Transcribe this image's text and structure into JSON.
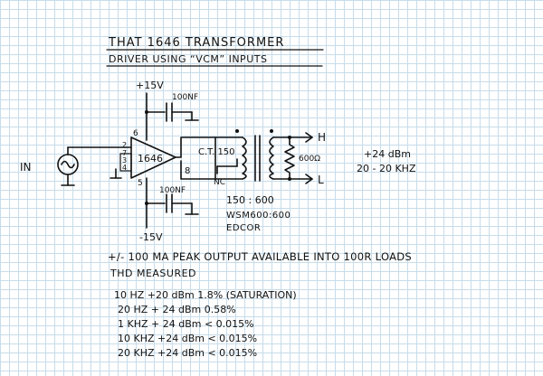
{
  "title": {
    "line1": "THAT 1646 TRANSFORMER",
    "line2": "DRIVER USING “VCM” INPUTS"
  },
  "schematic": {
    "supply_pos": "+15V",
    "supply_neg": "-15V",
    "cap_top": "100NF",
    "cap_bottom": "100NF",
    "ic_label": "1646",
    "input_label": "IN",
    "pins": {
      "p2": "2",
      "p7": "7",
      "p3": "3",
      "p4": "4",
      "p6": "6",
      "p5": "5",
      "p8": "8"
    },
    "ct_label": "C.T. 150",
    "nc_label": "NC",
    "load_label": "600Ω",
    "out_h": "H",
    "out_l": "L",
    "ratio": "150 : 600",
    "part_number": "WSM600:600",
    "maker": "EDCOR",
    "spec_level": "+24 dBm",
    "spec_range": "20 - 20 KHZ"
  },
  "notes": {
    "peak": "+/- 100 MA PEAK OUTPUT AVAILABLE INTO 100R LOADS",
    "thd_heading": "THD MEASURED",
    "rows": [
      "10 HZ  +20 dBm  1.8%  (SATURATION)",
      "20 HZ  + 24 dBm  0.58%",
      "1 KHZ  + 24 dBm  < 0.015%",
      "10 KHZ  +24  dBm  < 0.015%",
      "20 KHZ +24 dBm < 0.015%"
    ]
  }
}
